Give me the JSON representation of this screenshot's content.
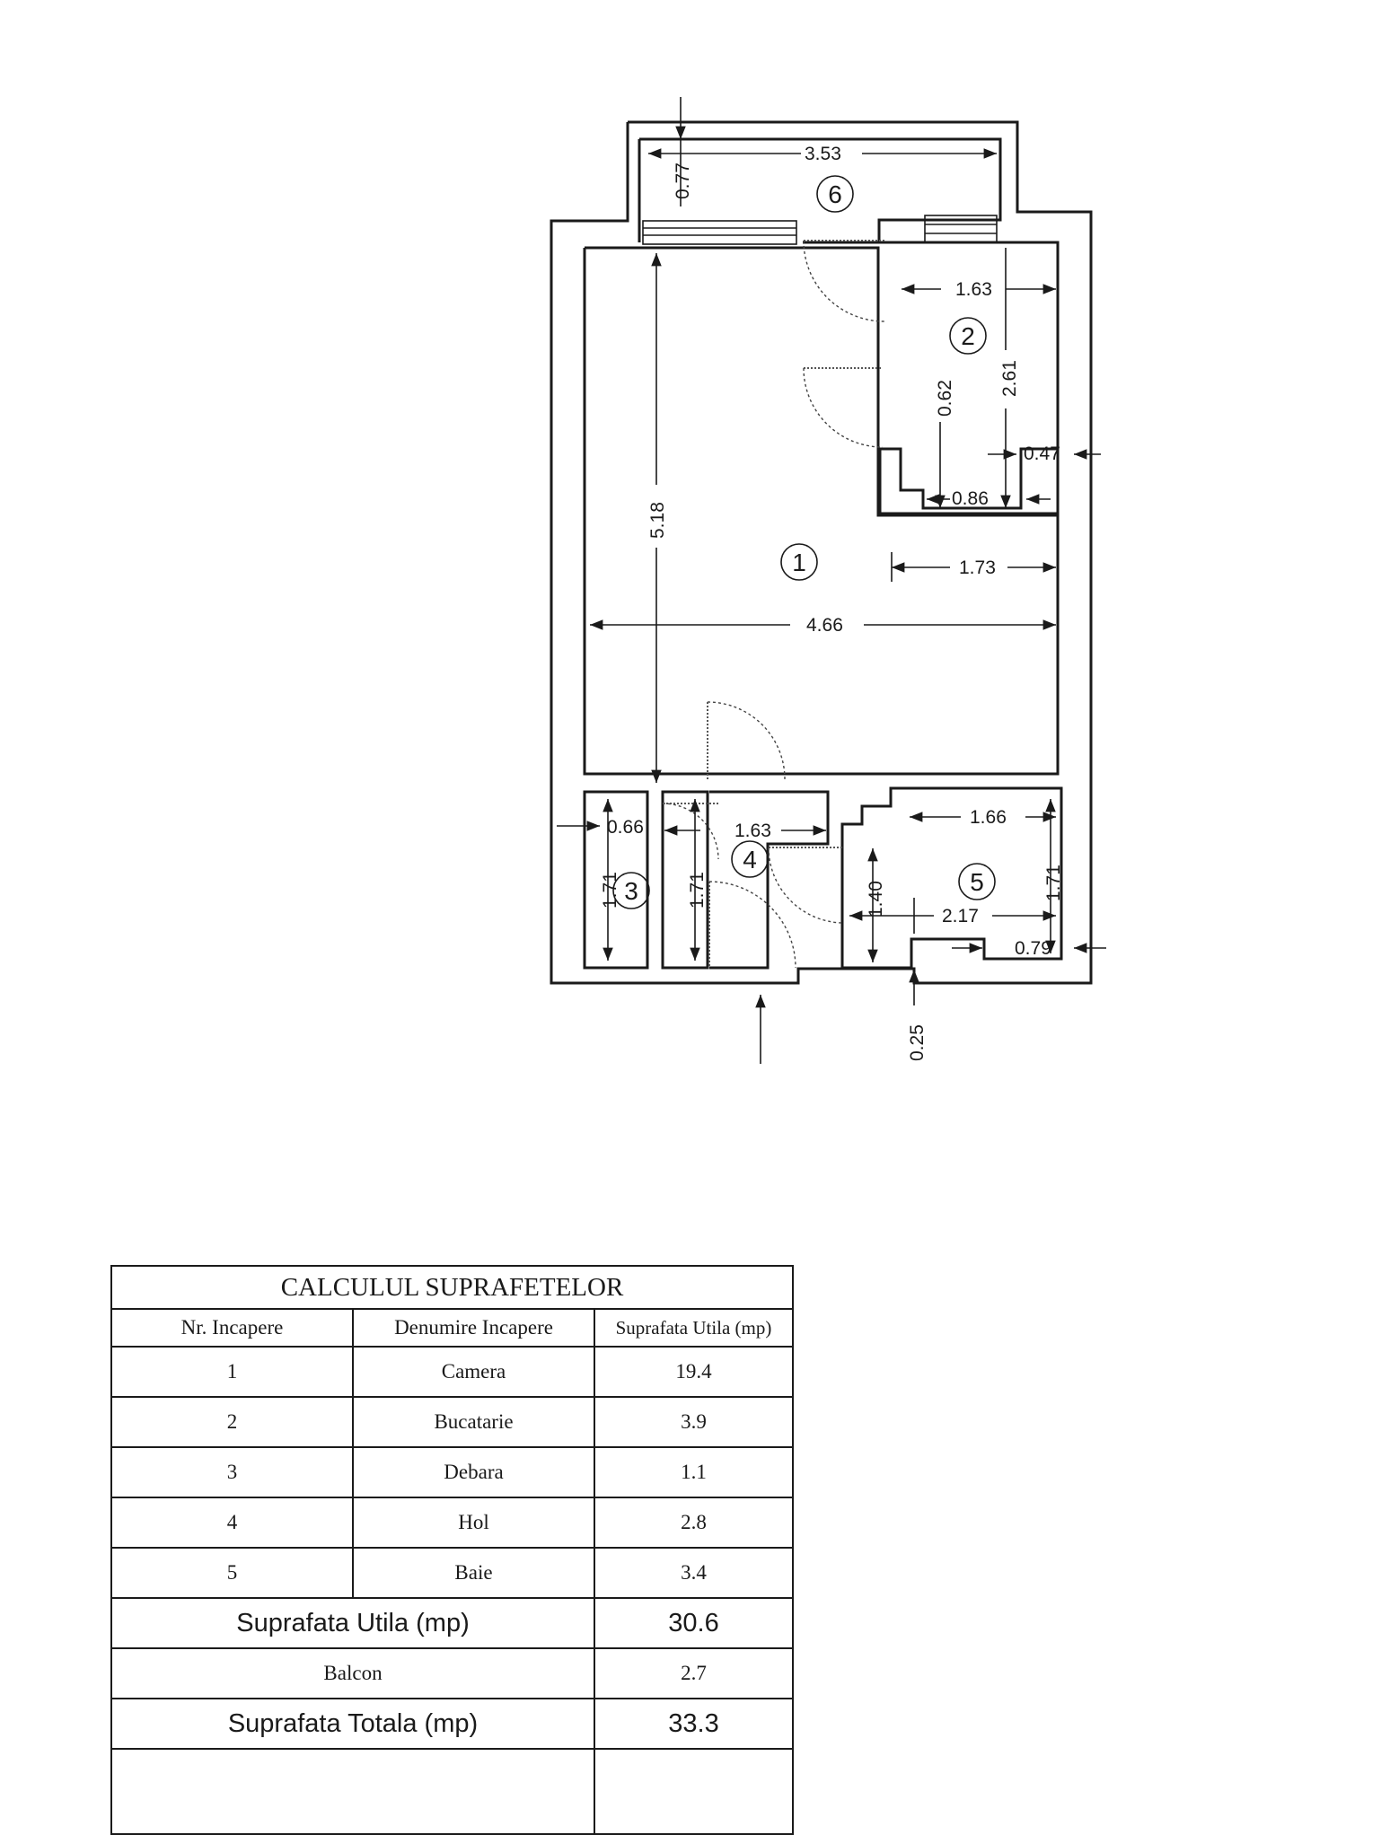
{
  "plan": {
    "rooms": [
      "1",
      "2",
      "3",
      "4",
      "5",
      "6"
    ],
    "dimensions": {
      "balcony_width": "3.53",
      "balcony_depth": "0.77",
      "kitchen_width": "1.63",
      "kitchen_height": "2.61",
      "kitchen_notch_height": "0.62",
      "kitchen_notch_right": "0.47",
      "kitchen_notch_width": "0.86",
      "room_height": "5.18",
      "room_width": "4.66",
      "room_offset": "1.73",
      "storage_width": "0.66",
      "storage_height": "1.71",
      "hall_width": "1.63",
      "hall_height": "1.71",
      "bath_width_top": "1.66",
      "bath_height": "1.71",
      "bath_width": "2.17",
      "bath_left_height": "1.40",
      "bath_notch": "0.79",
      "wall_offset": "0.25"
    }
  },
  "table": {
    "title": "CALCULUL SUPRAFETELOR",
    "headers": [
      "Nr. Incapere",
      "Denumire Incapere",
      "Suprafata Utila (mp)"
    ],
    "rows": [
      {
        "nr": "1",
        "name": "Camera",
        "area": "19.4"
      },
      {
        "nr": "2",
        "name": "Bucatarie",
        "area": "3.9"
      },
      {
        "nr": "3",
        "name": "Debara",
        "area": "1.1"
      },
      {
        "nr": "4",
        "name": "Hol",
        "area": "2.8"
      },
      {
        "nr": "5",
        "name": "Baie",
        "area": "3.4"
      }
    ],
    "useful_label": "Suprafata Utila (mp)",
    "useful_value": "30.6",
    "balcony_label": "Balcon",
    "balcony_value": "2.7",
    "total_label": "Suprafata Totala (mp)",
    "total_value": "33.3"
  }
}
